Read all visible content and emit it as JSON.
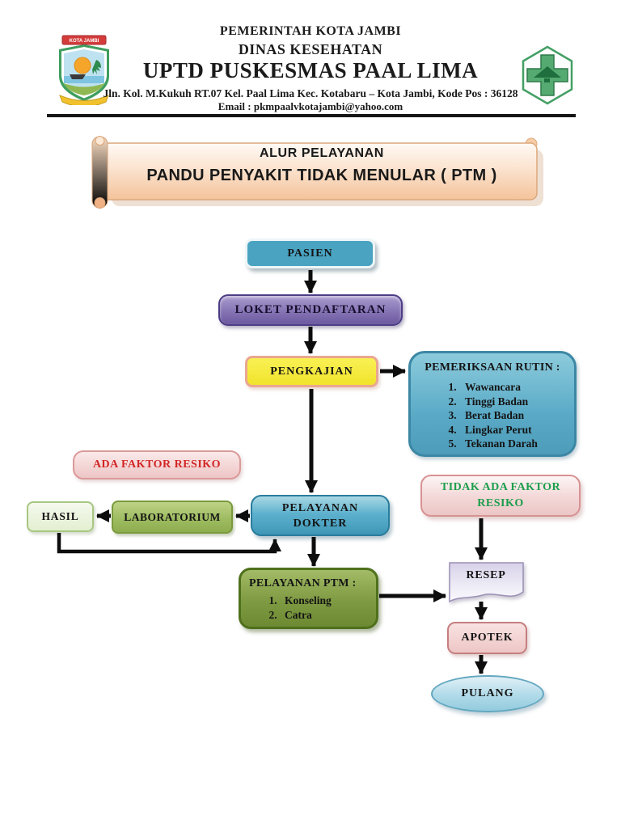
{
  "header": {
    "government": "PEMERINTAH KOTA JAMBI",
    "department": "DINAS KESEHATAN",
    "facility": "UPTD PUSKESMAS PAAL LIMA",
    "address": "Jln. Kol. M.Kukuh RT.07 Kel. Paal Lima Kec. Kotabaru – Kota Jambi, Kode Pos : 36128",
    "email": "Email : pkmpaalvkotajambi@yahoo.com",
    "left_logo_text": "KOTA JAMBI"
  },
  "banner": {
    "title": "ALUR PELAYANAN",
    "subtitle": "PANDU PENYAKIT TIDAK MENULAR ( PTM )"
  },
  "flowchart": {
    "pasien": {
      "label": "PASIEN",
      "color": "#49a3c1"
    },
    "loket": {
      "label": "LOKET PENDAFTARAN",
      "color": "#8574b4"
    },
    "pengkajian": {
      "label": "PENGKAJIAN",
      "color": "#f5ea3e"
    },
    "pemeriksaan_rutin": {
      "title": "PEMERIKSAAN RUTIN :",
      "items": [
        "Wawancara",
        "Tinggi Badan",
        "Berat Badan",
        "Lingkar Perut",
        "Tekanan Darah"
      ],
      "color": "#5aaac7"
    },
    "ada_faktor_resiko": {
      "label": "ADA FAKTOR RESIKO",
      "text_color": "#d22525"
    },
    "hasil": {
      "label": "HASIL",
      "color": "#e9f2d9"
    },
    "laboratorium": {
      "label": "LABORATORIUM",
      "color": "#9cba5e"
    },
    "pelayanan_dokter": {
      "line1": "PELAYANAN",
      "line2": "DOKTER",
      "color": "#55abc8"
    },
    "tidak_ada_faktor_resiko": {
      "line1": "TIDAK ADA FAKTOR",
      "line2": "RESIKO",
      "text_color": "#1c9e4c"
    },
    "pelayanan_ptm": {
      "title": "PELAYANAN PTM :",
      "items": [
        "Konseling",
        "Catra"
      ],
      "color": "#7e9a42"
    },
    "resep": {
      "label": "RESEP",
      "color": "#d9d2ea"
    },
    "apotek": {
      "label": "APOTEK",
      "color": "#f2d2d2"
    },
    "pulang": {
      "label": "PULANG",
      "color": "#abd7e6"
    }
  }
}
